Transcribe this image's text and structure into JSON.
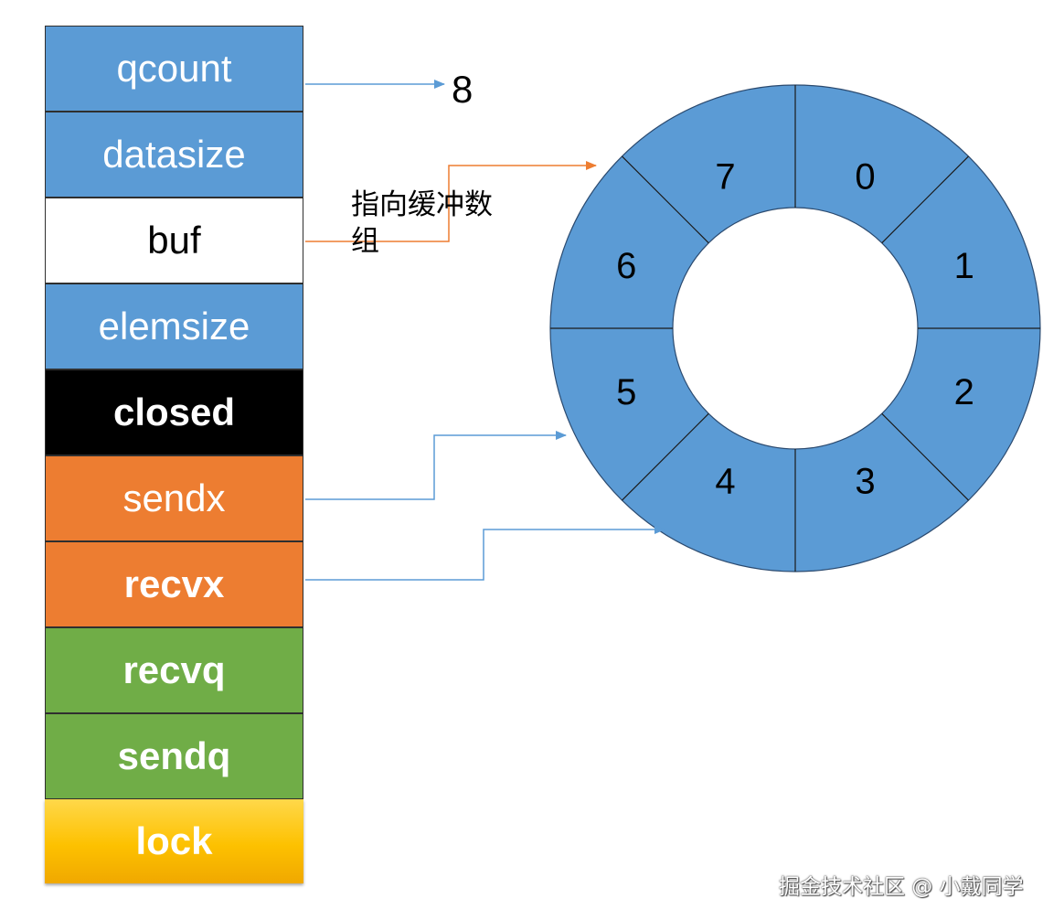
{
  "fields": [
    {
      "label": "qcount"
    },
    {
      "label": "datasize"
    },
    {
      "label": "buf"
    },
    {
      "label": "elemsize"
    },
    {
      "label": "closed"
    },
    {
      "label": "sendx"
    },
    {
      "label": "recvx"
    },
    {
      "label": "recvq"
    },
    {
      "label": "sendq"
    },
    {
      "label": "lock"
    }
  ],
  "qcount_value": "8",
  "buf_annotation": "指向缓冲数组",
  "ring_buffer": {
    "slots": [
      "0",
      "1",
      "2",
      "3",
      "4",
      "5",
      "6",
      "7"
    ],
    "fill_color": "#5b9bd5"
  },
  "colors": {
    "blue": "#5b9bd5",
    "orange": "#ed7d31",
    "green": "#70ad47",
    "black": "#000000",
    "gold": "#fdc100",
    "arrow_blue": "#5b9bd5",
    "arrow_orange": "#ed7d31"
  },
  "watermark": "掘金技术社区 @ 小戴同学"
}
